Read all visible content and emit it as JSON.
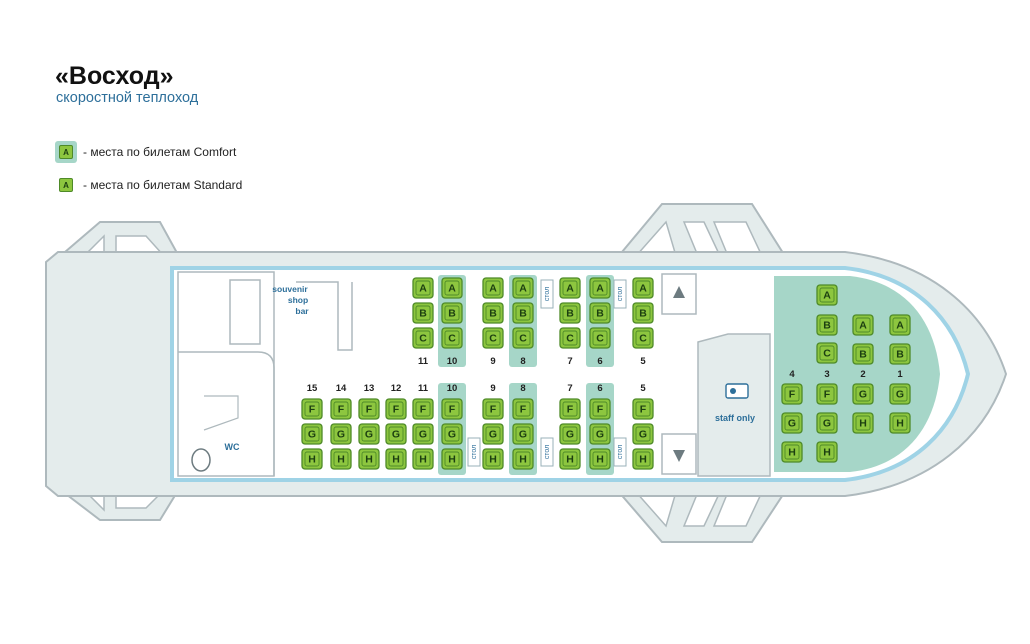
{
  "header": {
    "title": "«Восход»",
    "subtitle": "скоростной теплоход"
  },
  "legend": {
    "comfort": {
      "seat_letter": "A",
      "label": "- места по билетам Comfort"
    },
    "standard": {
      "seat_letter": "A",
      "label": "- места по билетам Standard"
    }
  },
  "rooms": {
    "souvenir": [
      "souvenir",
      "shop",
      "bar"
    ],
    "wc": "WC",
    "staff": "staff only",
    "table_label": "стол"
  },
  "colors": {
    "seat_fill": "#8dc63f",
    "seat_border": "#4e8a28",
    "comfort_zone": "#a6d6c8",
    "hull_fill": "#e4ecec",
    "hull_stroke": "#aeb9bd",
    "waterline": "#9fd3e6"
  },
  "seating": {
    "upper_rows": [
      {
        "row": "11",
        "comfort": false,
        "seats": [
          "A",
          "B",
          "C"
        ]
      },
      {
        "row": "10",
        "comfort": true,
        "seats": [
          "A",
          "B",
          "C"
        ]
      },
      {
        "row": "9",
        "comfort": false,
        "seats": [
          "A",
          "B",
          "C"
        ]
      },
      {
        "row": "8",
        "comfort": true,
        "seats": [
          "A",
          "B",
          "C"
        ]
      },
      {
        "row": "7",
        "comfort": false,
        "seats": [
          "A",
          "B",
          "C"
        ]
      },
      {
        "row": "6",
        "comfort": true,
        "seats": [
          "A",
          "B",
          "C"
        ]
      },
      {
        "row": "5",
        "comfort": false,
        "seats": [
          "A",
          "B",
          "C"
        ]
      }
    ],
    "lower_rows": [
      {
        "row": "15",
        "comfort": false,
        "seats": [
          "F",
          "G",
          "H"
        ]
      },
      {
        "row": "14",
        "comfort": false,
        "seats": [
          "F",
          "G",
          "H"
        ]
      },
      {
        "row": "13",
        "comfort": false,
        "seats": [
          "F",
          "G",
          "H"
        ]
      },
      {
        "row": "12",
        "comfort": false,
        "seats": [
          "F",
          "G",
          "H"
        ]
      },
      {
        "row": "11",
        "comfort": false,
        "seats": [
          "F",
          "G",
          "H"
        ]
      },
      {
        "row": "10",
        "comfort": true,
        "seats": [
          "F",
          "G",
          "H"
        ]
      },
      {
        "row": "9",
        "comfort": false,
        "seats": [
          "F",
          "G",
          "H"
        ]
      },
      {
        "row": "8",
        "comfort": true,
        "seats": [
          "F",
          "G",
          "H"
        ]
      },
      {
        "row": "7",
        "comfort": false,
        "seats": [
          "F",
          "G",
          "H"
        ]
      },
      {
        "row": "6",
        "comfort": true,
        "seats": [
          "F",
          "G",
          "H"
        ]
      },
      {
        "row": "5",
        "comfort": false,
        "seats": [
          "F",
          "G",
          "H"
        ]
      }
    ],
    "bow_rows": [
      {
        "row": "4",
        "seats": [
          "F",
          "G",
          "H"
        ]
      },
      {
        "row": "3",
        "seats": [
          "A",
          "B",
          "C",
          "F",
          "G",
          "H"
        ]
      },
      {
        "row": "2",
        "seats": [
          "A",
          "B",
          "G",
          "H"
        ]
      },
      {
        "row": "1",
        "seats": [
          "A",
          "B",
          "G",
          "H"
        ]
      }
    ]
  }
}
